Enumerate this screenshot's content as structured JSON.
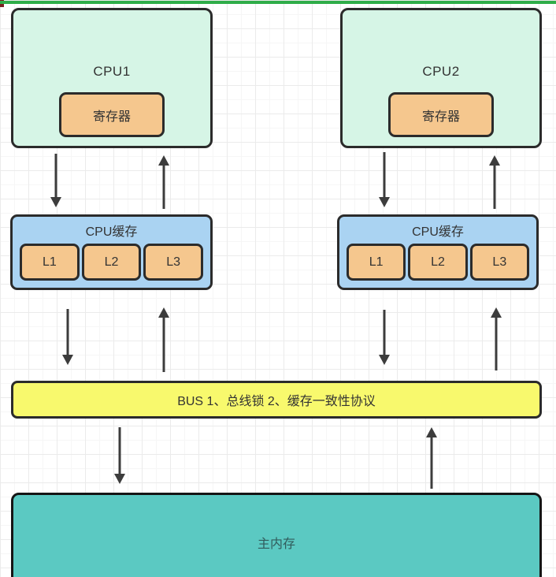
{
  "colors": {
    "top_line": "#2fad49",
    "top_left_mark": "#7b2020",
    "cpu_fill": "#d6f5e6",
    "register_fill": "#f5c78e",
    "cache_fill": "#aad3f2",
    "cell_fill": "#f5c78e",
    "bus_fill": "#f8f96d",
    "memory_fill": "#5bc9c2",
    "border": "#2b2b2b",
    "memory_border": "#151515",
    "arrow": "#3c3c3c",
    "text": "#333333"
  },
  "diagram": {
    "cpu1": {
      "label": "CPU1",
      "register_label": "寄存器"
    },
    "cpu2": {
      "label": "CPU2",
      "register_label": "寄存器"
    },
    "cache1": {
      "label": "CPU缓存",
      "cells": [
        "L1",
        "L2",
        "L3"
      ]
    },
    "cache2": {
      "label": "CPU缓存",
      "cells": [
        "L1",
        "L2",
        "L3"
      ]
    },
    "bus": {
      "label": "BUS 1、总线锁 2、缓存一致性协议"
    },
    "memory": {
      "label": "主内存"
    }
  }
}
